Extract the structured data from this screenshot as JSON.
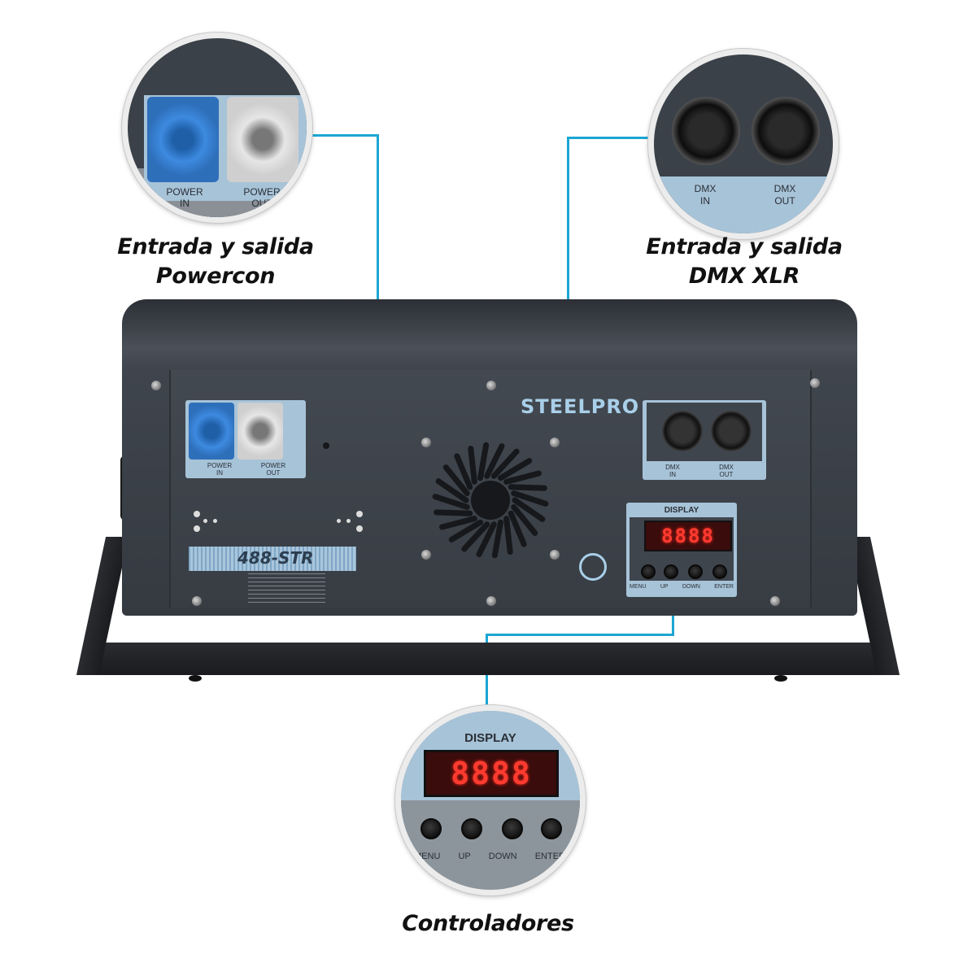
{
  "callouts": {
    "powercon": {
      "line1": "Entrada y salida",
      "line2": "Powercon"
    },
    "dmx": {
      "line1": "Entrada y salida",
      "line2": "DMX XLR"
    },
    "controls": {
      "title": "Controladores"
    }
  },
  "device": {
    "brand": "STEELPRO",
    "model": "488-STR",
    "ports": {
      "power_in": [
        "POWER",
        "IN"
      ],
      "power_out": [
        "POWER",
        "OUT"
      ],
      "dmx_in": [
        "DMX",
        "IN"
      ],
      "dmx_out": [
        "DMX",
        "OUT"
      ]
    },
    "display_label": "DISPLAY",
    "display_value": "8888",
    "buttons": [
      "MENU",
      "UP",
      "DOWN",
      "ENTER"
    ]
  },
  "colors": {
    "accent_leader": "#1ba6d3",
    "powercon_in": "#2f7fd6",
    "powercon_out": "#d8d8d8",
    "panel": "#3d434b",
    "display_red": "#ff3b30"
  }
}
